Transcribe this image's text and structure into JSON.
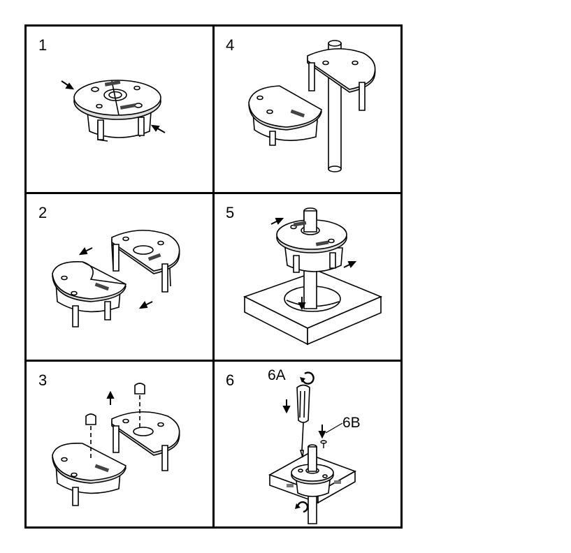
{
  "figure": {
    "panels": [
      {
        "number": "1"
      },
      {
        "number": "2"
      },
      {
        "number": "3"
      },
      {
        "number": "4"
      },
      {
        "number": "5"
      },
      {
        "number": "6",
        "callouts": {
          "screwdriver": "6A",
          "screw": "6B"
        }
      }
    ],
    "colors": {
      "line": "#000000",
      "fill": "#ffffff",
      "shade": "#555555"
    },
    "icons": [
      "arrow-icon",
      "rotate-icon"
    ]
  }
}
